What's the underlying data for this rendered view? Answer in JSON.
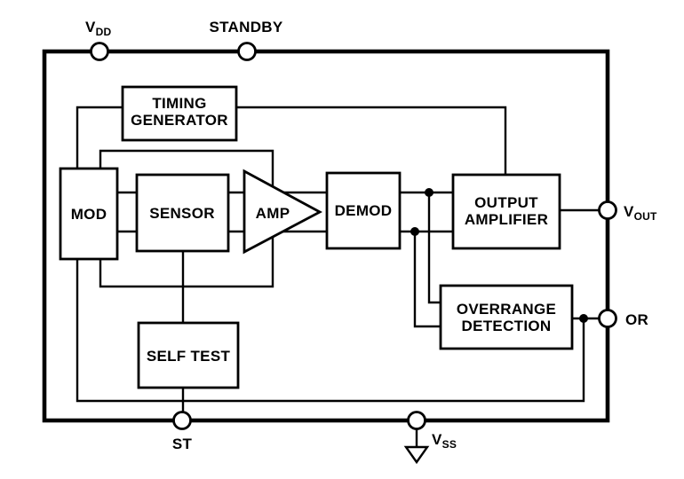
{
  "diagram": {
    "title": "functional-block-diagram",
    "blocks": {
      "timing_generator": {
        "line1": "TIMING",
        "line2": "GENERATOR"
      },
      "mod": {
        "label": "MOD"
      },
      "sensor": {
        "label": "SENSOR"
      },
      "amp": {
        "label": "AMP"
      },
      "demod": {
        "label": "DEMOD"
      },
      "output_amplifier": {
        "line1": "OUTPUT",
        "line2": "AMPLIFIER"
      },
      "overrange_detection": {
        "line1": "OVERRANGE",
        "line2": "DETECTION"
      },
      "self_test": {
        "label": "SELF TEST"
      }
    },
    "pins": {
      "vdd": {
        "main": "V",
        "sub": "DD"
      },
      "standby": {
        "label": "STANDBY"
      },
      "vout": {
        "main": "V",
        "sub": "OUT"
      },
      "or": {
        "label": "OR"
      },
      "st": {
        "label": "ST"
      },
      "vss": {
        "main": "V",
        "sub": "SS"
      }
    },
    "icons": {
      "ground": "ground-symbol"
    },
    "colors": {
      "line": "#000000",
      "background": "#ffffff",
      "text": "#000000"
    }
  }
}
